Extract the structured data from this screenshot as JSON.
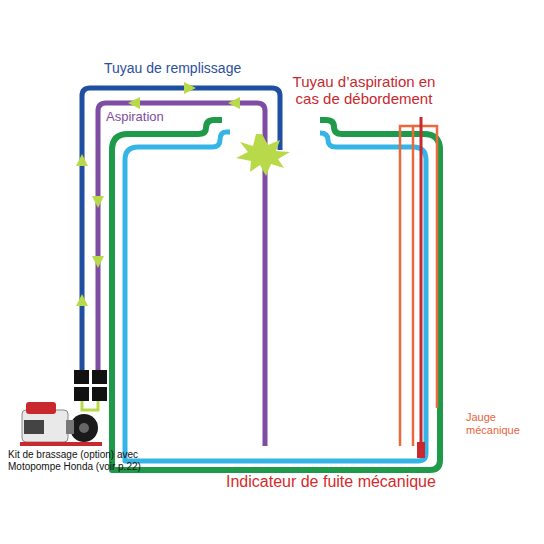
{
  "diagram": {
    "labels": [
      "Tuyau de remplissage",
      "Tuyau d’aspiration en cas de débordement",
      "Aspiration",
      "Jauge mécanique",
      "Kit de brassage (option) avec Motopompe Honda (voir p.22)",
      "Indicateur de fuite mécanique"
    ]
  }
}
